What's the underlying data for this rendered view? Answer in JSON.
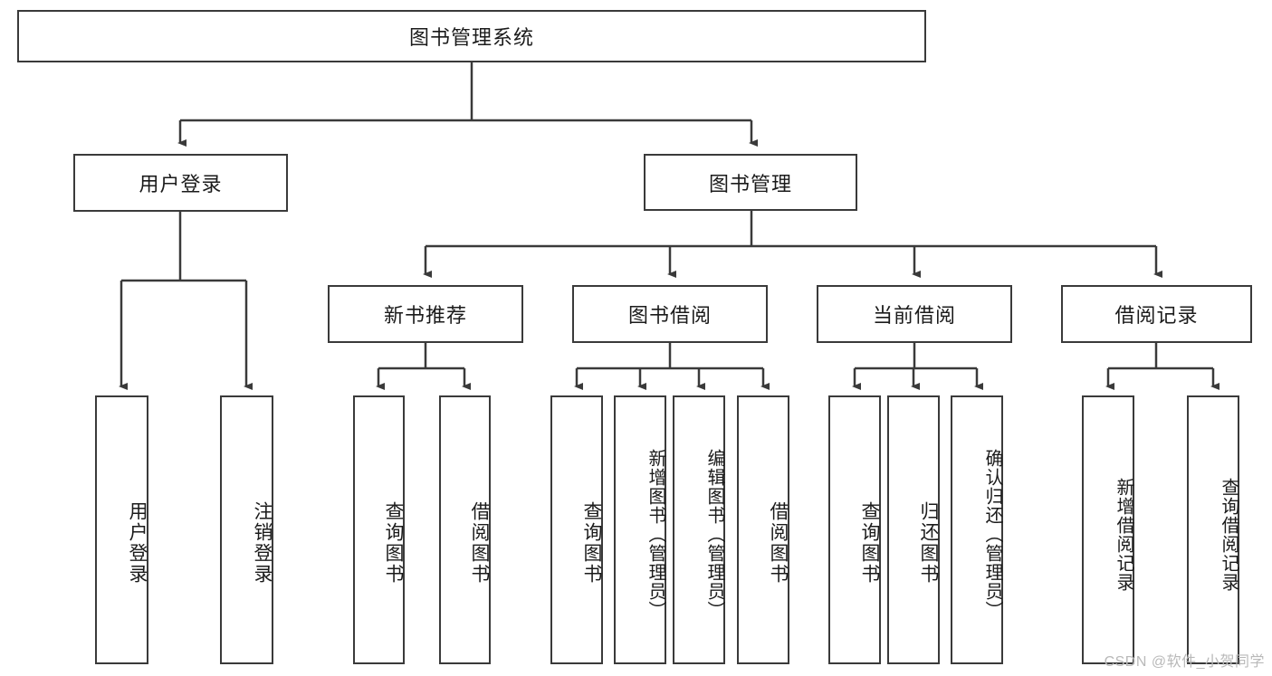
{
  "diagram": {
    "title": "图书管理系统",
    "type": "hierarchy-tree",
    "root": {
      "label": "图书管理系统"
    },
    "level2": [
      {
        "label": "用户登录"
      },
      {
        "label": "图书管理"
      }
    ],
    "level3": [
      {
        "label": "新书推荐"
      },
      {
        "label": "图书借阅"
      },
      {
        "label": "当前借阅"
      },
      {
        "label": "借阅记录"
      }
    ],
    "leaves": {
      "user_login": [
        {
          "label": "用户登录"
        },
        {
          "label": "注销登录"
        }
      ],
      "new_book_recommend": [
        {
          "label": "查询图书"
        },
        {
          "label": "借阅图书"
        }
      ],
      "book_borrow": [
        {
          "label": "查询图书"
        },
        {
          "label": "新增图书（管理员）"
        },
        {
          "label": "编辑图书（管理员）"
        },
        {
          "label": "借阅图书"
        }
      ],
      "current_borrow": [
        {
          "label": "查询图书"
        },
        {
          "label": "归还图书"
        },
        {
          "label": "确认归还（管理员）"
        }
      ],
      "borrow_record": [
        {
          "label": "新增借阅记录"
        },
        {
          "label": "查询借阅记录"
        }
      ]
    }
  },
  "watermark": {
    "text": "CSDN @软件_小贺同学"
  },
  "colors": {
    "stroke": "#3a3a3a",
    "background": "#ffffff",
    "text": "#1b1b1b",
    "watermark": "#b9b9b9"
  }
}
